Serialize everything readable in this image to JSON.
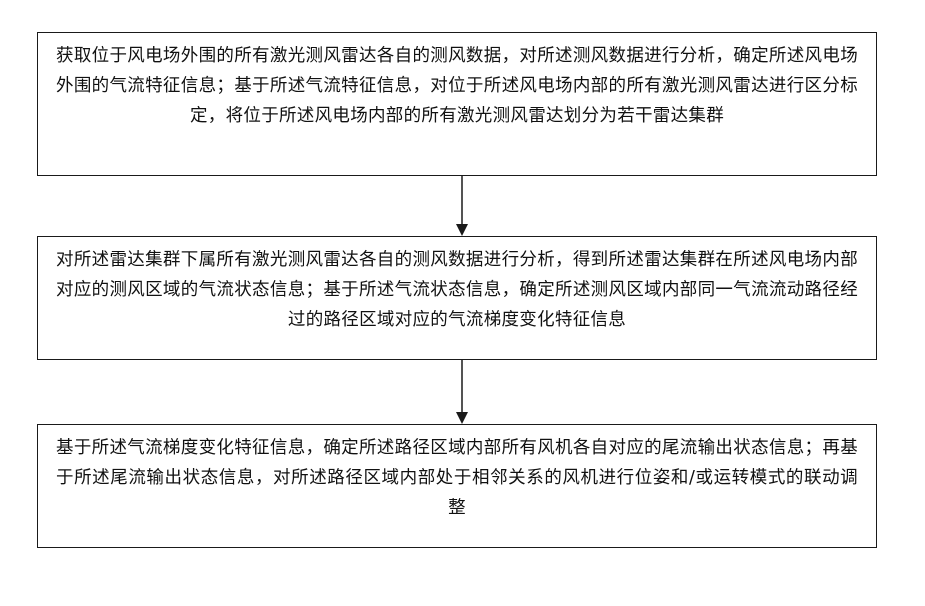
{
  "steps": [
    {
      "text": "获取位于风电场外围的所有激光测风雷达各自的测风数据，对所述测风数据进行分析，确定所述风电场外围的气流特征信息；基于所述气流特征信息，对位于所述风电场内部的所有激光测风雷达进行区分标定，将位于所述风电场内部的所有激光测风雷达划分为若干雷达集群"
    },
    {
      "text": "对所述雷达集群下属所有激光测风雷达各自的测风数据进行分析，得到所述雷达集群在所述风电场内部对应的测风区域的气流状态信息；基于所述气流状态信息，确定所述测风区域内部同一气流流动路径经过的路径区域对应的气流梯度变化特征信息"
    },
    {
      "text": "基于所述气流梯度变化特征信息，确定所述路径区域内部所有风机各自对应的尾流输出状态信息；再基于所述尾流输出状态信息，对所述路径区域内部处于相邻关系的风机进行位姿和/或运转模式的联动调整"
    }
  ],
  "colors": {
    "border": "#1a1a1a",
    "arrow": "#1a1a1a",
    "background": "#ffffff"
  }
}
